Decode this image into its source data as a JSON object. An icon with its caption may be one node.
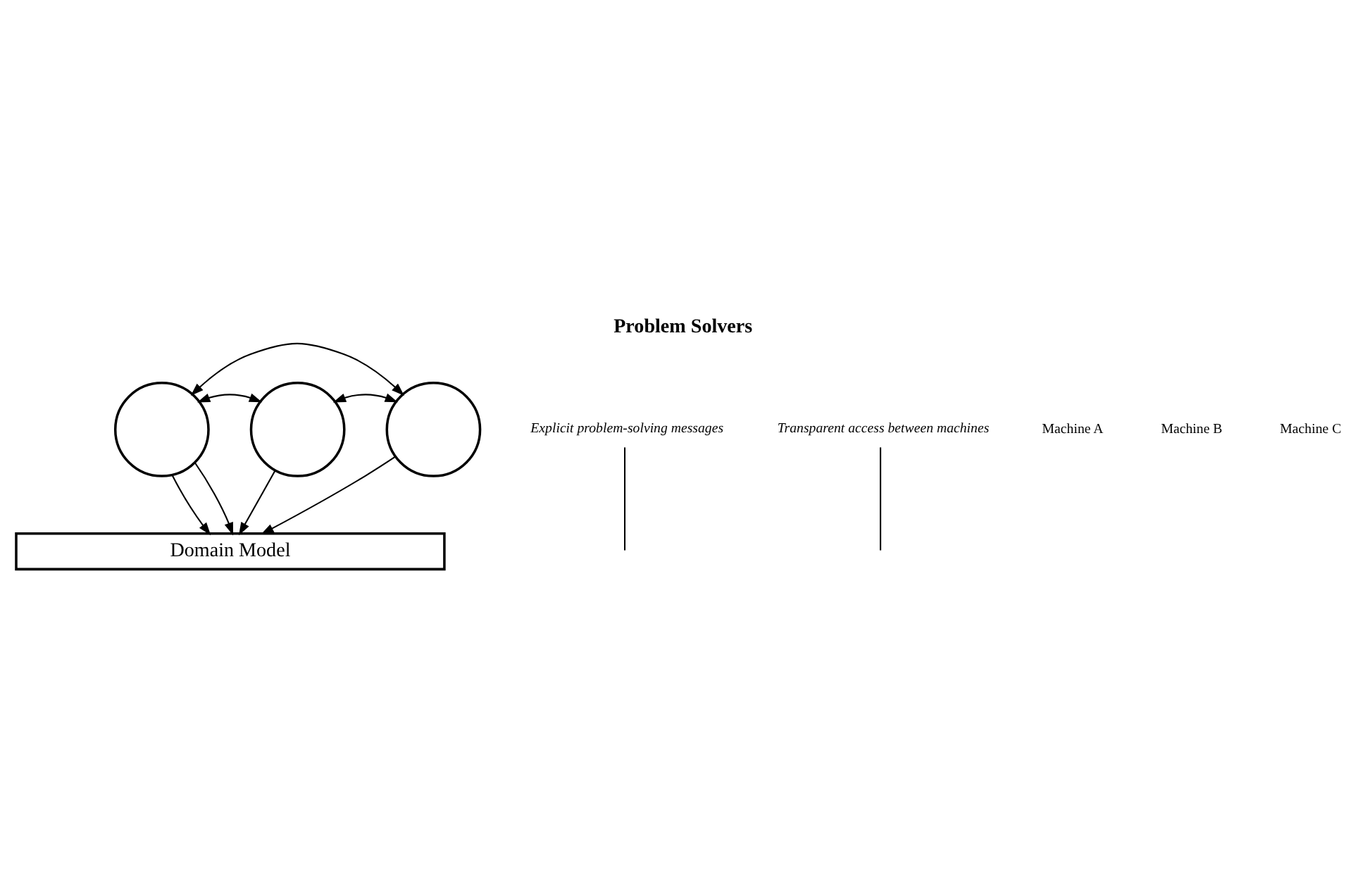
{
  "diagram": {
    "title": "Problem Solvers",
    "nodes": [
      {
        "text": [],
        "shape": "circle"
      },
      {
        "text": [],
        "shape": "circle"
      },
      {
        "text": [],
        "shape": "circle"
      },
      {
        "text": [
          "Domain Model"
        ]
      },
      {
        "text": [
          "Explicit problem-solving messages"
        ]
      },
      {
        "text": [
          "Transparent access between machines"
        ]
      }
    ],
    "edges": [
      {
        "from": 1,
        "to": 0,
        "arrow": "both"
      },
      {
        "from": 1,
        "to": 2,
        "arrow": "both"
      },
      {
        "from": 0,
        "to": 2,
        "arrow": "both"
      },
      {
        "from": 0,
        "to": 3,
        "arrow": "to"
      },
      {
        "from": 0,
        "to": 3,
        "arrow": "to"
      },
      {
        "from": 1,
        "to": 3,
        "arrow": "to"
      },
      {
        "from": 2,
        "to": 3,
        "arrow": "to"
      },
      {
        "from": 4,
        "to": null,
        "arrow": "none"
      },
      {
        "from": 5,
        "to": null,
        "arrow": "none"
      }
    ],
    "labels": [
      "Machine A",
      "Machine B",
      "Machine C"
    ]
  }
}
